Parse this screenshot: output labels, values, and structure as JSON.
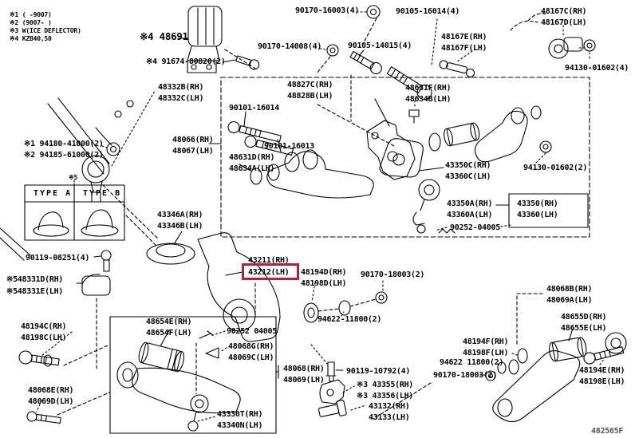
{
  "colors": {
    "highlight": "#9e2b3e",
    "ink": "#000000",
    "background": "#ffffff"
  },
  "legend": {
    "n1": "※1 (    -9007)",
    "n2": "※2 (9007-    )",
    "n3": "※3 W(ICE DEFLECTOR)",
    "n4": "※4 KZB40,50"
  },
  "type_box": {
    "note": "※5",
    "a": "TYPE A",
    "b": "TYPE B"
  },
  "figure_code": "482565F",
  "labels": {
    "p48691": "※4 48691",
    "b91674": "※4 91674-80820(2)",
    "n90170_16003": "90170-16003(4)",
    "b90105_16014": "90105-16014(4)",
    "n90170_14008": "90170-14008(4)",
    "b90105_14015": "90105-14015(4)",
    "p48167E": "48167E(RH)",
    "p48167F": "48167F(LH)",
    "p48167C": "48167C(RH)",
    "p48167D": "48167D(LH)",
    "w94130_4": "94130-01602(4)",
    "p48332B": "48332B(RH)",
    "p48332C": "48332C(LH)",
    "b90101_16014": "90101-16014",
    "p48827C": "48827C(RH)",
    "p48828B": "48828B(LH)",
    "p48631F": "48631F(RH)",
    "p48634B": "48634B(LH)",
    "p48066": "48066(RH)",
    "p48067": "48067(LH)",
    "b90101_16013": "90101-16013",
    "p48631D": "48631D(RH)",
    "p48634A": "48634A(LH)",
    "p43350C": "43350C(RH)",
    "p43360C": "43360C(LH)",
    "w94130_2": "94130-01602(2)",
    "s94180": "※1 94180-41000(2)",
    "s94185": "※2 94185-61000(2)",
    "p43350A": "43350A(RH)",
    "p43360A": "43360A(LH)",
    "p43350": "43350(RH)",
    "p43360": "43360(LH)",
    "g90252_r": "90252-04005",
    "p43346A": "43346A(RH)",
    "p43346B": "43346B(LH)",
    "p43211": "43211(RH)",
    "p43212": "43212(LH)",
    "p48194D": "48194D(RH)",
    "p48198D": "48198D(LH)",
    "n90170_18003_c": "90170-18003(2)",
    "b90119_08251": "90119-08251(4)",
    "p48331D": "※548331D(RH)",
    "p48331E": "※548331E(LH)",
    "p48194C": "48194C(RH)",
    "p48198C": "48198C(LH)",
    "w94622_c": "94622-11800(2)",
    "p48654E": "48654E(RH)",
    "p48654F": "48654F(LH)",
    "g90252_b": "90252 04005",
    "p48068G": "48068G(RH)",
    "p48069C": "48069C(LH)",
    "p48068B": "48068B(RH)",
    "p48069A": "48069A(LH)",
    "p48655D": "48655D(RH)",
    "p48655E": "48655E(LH)",
    "p48068": "48068(RH)",
    "p48069": "48069(LH)",
    "b90119_10792": "90119-10792(4)",
    "p43355": "※3 43355(RH)",
    "p43356": "※3 43356(LH)",
    "p43132": "43132(RH)",
    "p43133": "43133(LH)",
    "p48194F": "48194F(RH)",
    "p48198F": "48198F(LH)",
    "w94622_r": "94622 11800(2)",
    "n90170_18003_r": "90170-18003(2)",
    "p48194E": "48194E(RH)",
    "p48198E": "48198E(LH)",
    "p48068E": "48068E(RH)",
    "p48069D": "48069D(LH)",
    "p43330T": "43330T(RH)",
    "p43340N": "43340N(LH)"
  }
}
